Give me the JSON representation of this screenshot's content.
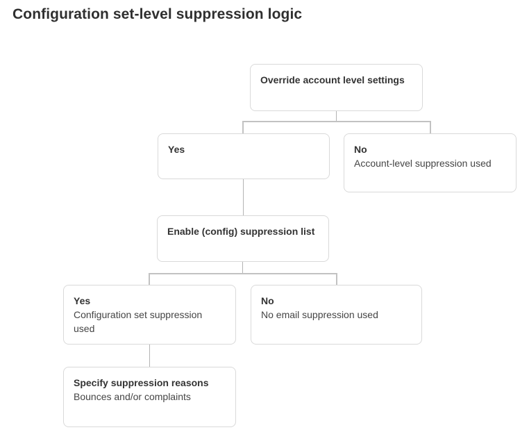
{
  "page": {
    "title": "Configuration set-level suppression logic"
  },
  "flowchart": {
    "type": "flowchart",
    "nodes": [
      {
        "id": "override-account-settings",
        "label": "Override account level settings",
        "sublabel": ""
      },
      {
        "id": "override-yes",
        "label": "Yes",
        "sublabel": ""
      },
      {
        "id": "override-no",
        "label": "No",
        "sublabel": "Account-level suppression used"
      },
      {
        "id": "enable-config-suppression-list",
        "label": "Enable (config) suppression list",
        "sublabel": ""
      },
      {
        "id": "config-list-yes",
        "label": "Yes",
        "sublabel": "Configuration set suppression used"
      },
      {
        "id": "config-list-no",
        "label": "No",
        "sublabel": "No email suppression used"
      },
      {
        "id": "specify-suppression-reasons",
        "label": "Specify suppression reasons",
        "sublabel": "Bounces and/or complaints"
      }
    ],
    "edges": [
      {
        "from": "override-account-settings",
        "to": "override-yes"
      },
      {
        "from": "override-account-settings",
        "to": "override-no"
      },
      {
        "from": "override-yes",
        "to": "enable-config-suppression-list"
      },
      {
        "from": "enable-config-suppression-list",
        "to": "config-list-yes"
      },
      {
        "from": "enable-config-suppression-list",
        "to": "config-list-no"
      },
      {
        "from": "config-list-yes",
        "to": "specify-suppression-reasons"
      }
    ],
    "colors": {
      "connector": "#c2c2c2",
      "connector_stub": "#b3b3b3",
      "node_border": "#d9d9d9",
      "label_text": "#333333",
      "sublabel_text": "#444444",
      "title_text": "#2f2f2f"
    }
  }
}
